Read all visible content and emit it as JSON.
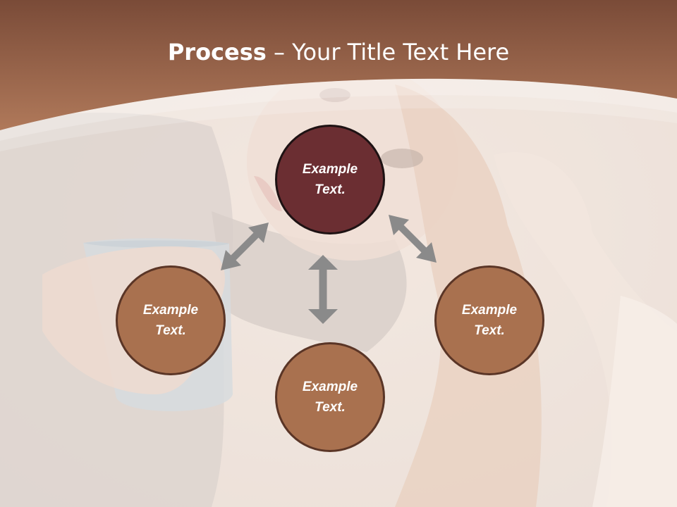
{
  "title": {
    "bold": "Process",
    "rest": " – Your Title Text Here"
  },
  "nodes": {
    "top": "Example Text.",
    "left": "Example Text.",
    "right": "Example Text.",
    "bottom": "Example Text."
  },
  "colors": {
    "header_brown": "#a36a4c",
    "header_dark": "#7a4b38",
    "top_node_fill": "#6b2e32",
    "node_fill": "#a9714f",
    "node_border": "#5a3526",
    "arrow_gray": "#8a8a8a"
  }
}
